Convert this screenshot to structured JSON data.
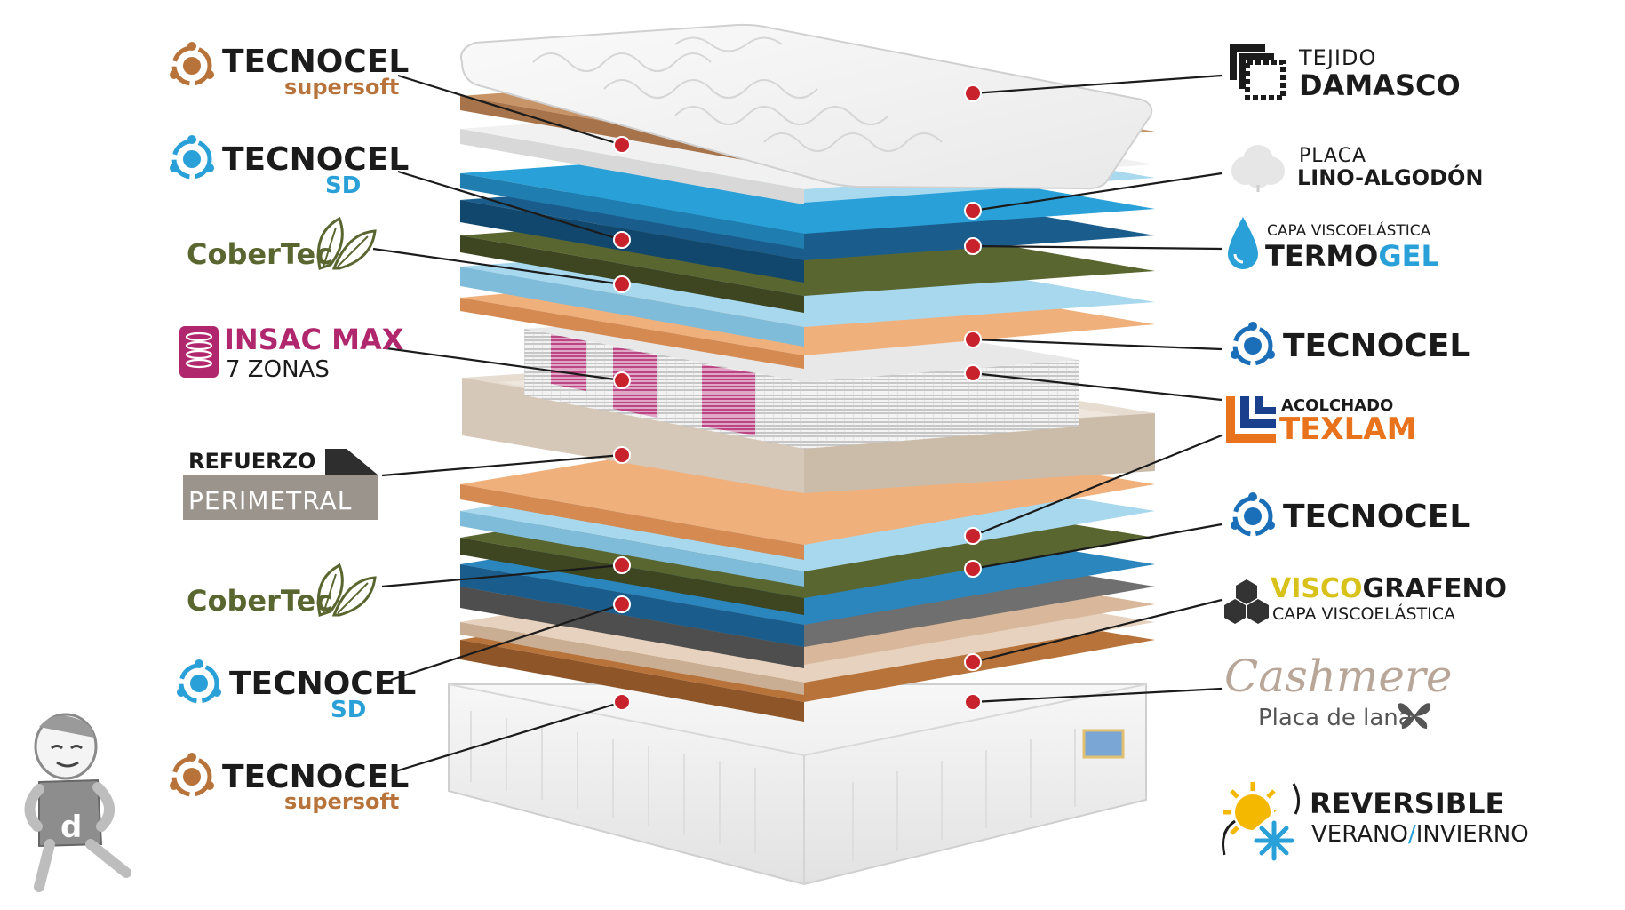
{
  "left_labels": {
    "tecnocel_supersoft_top": {
      "main": "TECNOCEL",
      "sub": "supersoft"
    },
    "tecnocel_sd_top": {
      "main": "TECNOCEL",
      "sub": "SD"
    },
    "cobertec_top": {
      "main": "CoberTec"
    },
    "insac_max": {
      "main": "INSAC MAX",
      "sub": "7 ZONAS"
    },
    "refuerzo": {
      "main": "REFUERZO",
      "sub": "PERIMETRAL"
    },
    "cobertec_bottom": {
      "main": "CoberTec"
    },
    "tecnocel_sd_bottom": {
      "main": "TECNOCEL",
      "sub": "SD"
    },
    "tecnocel_supersoft_bottom": {
      "main": "TECNOCEL",
      "sub": "supersoft"
    }
  },
  "right_labels": {
    "tejido_damasco": {
      "top": "TEJIDO",
      "main": "DAMASCO"
    },
    "placa_lino": {
      "top": "PLACA",
      "main": "LINO-ALGODÓN"
    },
    "termogel": {
      "top": "CAPA VISCOELÁSTICA",
      "main_a": "TERMO",
      "main_b": "GEL"
    },
    "tecnocel_top": {
      "main": "TECNOCEL"
    },
    "texlam": {
      "top": "ACOLCHADO",
      "main": "TEXLAM"
    },
    "tecnocel_bottom": {
      "main": "TECNOCEL"
    },
    "viscografeno": {
      "main_a": "VISCO",
      "main_b": "GRAFENO",
      "sub": "CAPA VISCOELÁSTICA"
    },
    "cashmere": {
      "main": "Cashmere",
      "sub": "Placa de lana"
    },
    "reversible": {
      "main": "REVERSIBLE",
      "sub_a": "VERANO",
      "sep": "/",
      "sub_b": "INVIERNO"
    }
  },
  "mascot": {
    "letter": "d"
  },
  "colors": {
    "copper": "#b8733a",
    "blue": "#2aa0d8",
    "olive": "#5a6630",
    "magenta": "#b0276e",
    "orange": "#e8731c",
    "yellow": "#d8c21a",
    "dark": "#1b1b1b",
    "pin": "#c8232c"
  }
}
